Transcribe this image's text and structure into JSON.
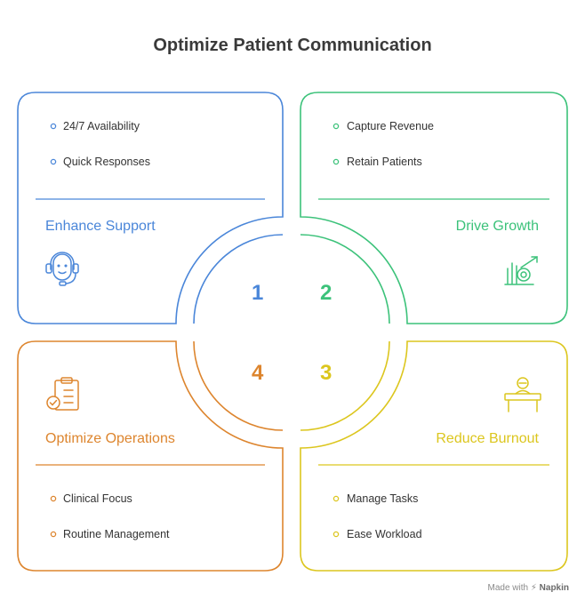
{
  "title": "Optimize Patient Communication",
  "colors": {
    "blue": "#4a86d9",
    "green": "#3cc27a",
    "orange": "#dd852e",
    "yellow": "#dcc61e"
  },
  "quadrants": [
    {
      "number": "1",
      "heading": "Enhance Support",
      "icon": "headset-icon",
      "items": [
        "24/7 Availability",
        "Quick Responses"
      ]
    },
    {
      "number": "2",
      "heading": "Drive Growth",
      "icon": "growth-chart-icon",
      "items": [
        "Capture Revenue",
        "Retain Patients"
      ]
    },
    {
      "number": "3",
      "heading": "Reduce Burnout",
      "icon": "person-at-desk-icon",
      "items": [
        "Manage Tasks",
        "Ease Workload"
      ]
    },
    {
      "number": "4",
      "heading": "Optimize Operations",
      "icon": "clipboard-check-icon",
      "items": [
        "Clinical Focus",
        "Routine Management"
      ]
    }
  ],
  "footer": {
    "made_with": "Made with",
    "brand": "Napkin"
  }
}
